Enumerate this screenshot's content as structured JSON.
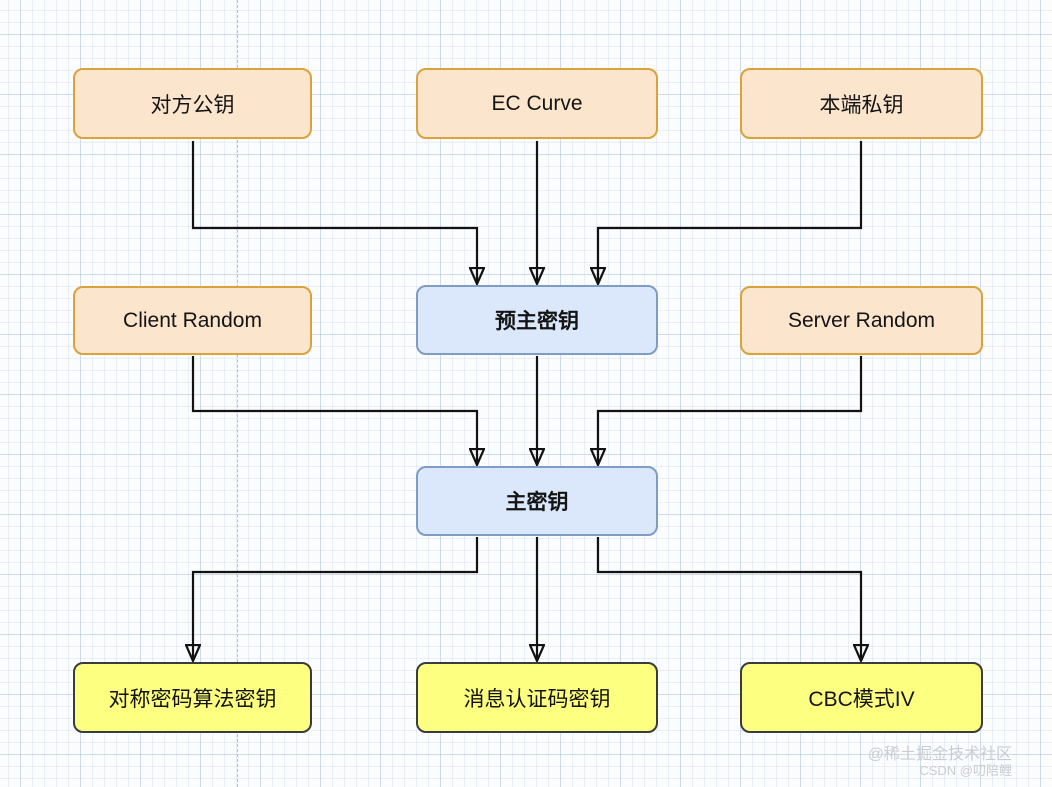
{
  "diagram": {
    "nodes": {
      "peer_public_key": {
        "label": "对方公钥",
        "type": "orange"
      },
      "ec_curve": {
        "label": "EC Curve",
        "type": "orange"
      },
      "local_private_key": {
        "label": "本端私钥",
        "type": "orange"
      },
      "client_random": {
        "label": "Client Random",
        "type": "orange"
      },
      "pre_master_secret": {
        "label": "预主密钥",
        "type": "blue"
      },
      "server_random": {
        "label": "Server Random",
        "type": "orange"
      },
      "master_secret": {
        "label": "主密钥",
        "type": "blue"
      },
      "symmetric_cipher_key": {
        "label": "对称密码算法密钥",
        "type": "yellow"
      },
      "mac_key": {
        "label": "消息认证码密钥",
        "type": "yellow"
      },
      "cbc_iv": {
        "label": "CBC模式IV",
        "type": "yellow"
      }
    },
    "edges": [
      {
        "from": "peer_public_key",
        "to": "pre_master_secret"
      },
      {
        "from": "ec_curve",
        "to": "pre_master_secret"
      },
      {
        "from": "local_private_key",
        "to": "pre_master_secret"
      },
      {
        "from": "client_random",
        "to": "master_secret"
      },
      {
        "from": "pre_master_secret",
        "to": "master_secret"
      },
      {
        "from": "server_random",
        "to": "master_secret"
      },
      {
        "from": "master_secret",
        "to": "symmetric_cipher_key"
      },
      {
        "from": "master_secret",
        "to": "mac_key"
      },
      {
        "from": "master_secret",
        "to": "cbc_iv"
      }
    ],
    "colors": {
      "orange_fill": "#fce5cd",
      "orange_stroke": "#d9a33c",
      "blue_fill": "#dbe8fb",
      "blue_stroke": "#7f9cc4",
      "yellow_fill": "#fdff80",
      "yellow_stroke": "#393c3f",
      "edge_stroke": "#121212"
    }
  },
  "watermark": {
    "line1": "@稀土掘金技术社区",
    "line2": "CSDN @叨陪鲤"
  }
}
